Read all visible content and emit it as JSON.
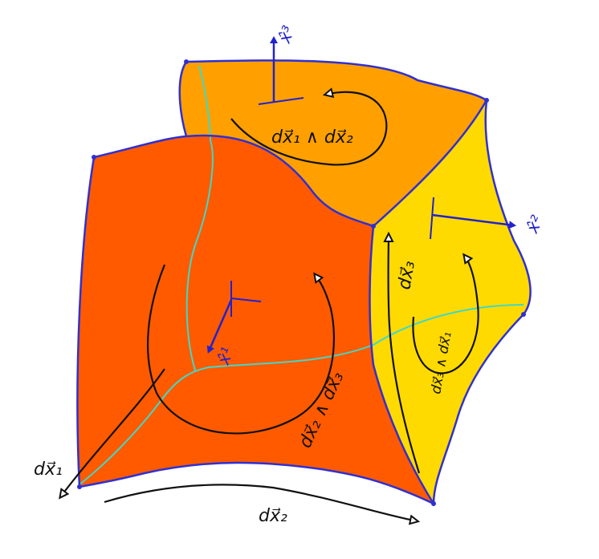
{
  "colors": {
    "top_face": "#FFA000",
    "front_face": "#FF5A00",
    "right_face": "#FFDA00",
    "edge": "#3030d0",
    "curve": "#40d8c8",
    "ink": "#111111",
    "basis": "#2222cc"
  },
  "basis": {
    "x1": "x̂¹",
    "x2": "x̂²",
    "x3": "x̂³"
  },
  "forms": {
    "top": "dx⃗₁ ∧ dx⃗₂",
    "front": "dx⃗₂ ∧ dx⃗₃",
    "right": "dx⃗₃ ∧ dx⃗₁"
  },
  "edges": {
    "dx1": "dx⃗₁",
    "dx2": "dx⃗₂",
    "dx3": "dx⃗₃"
  }
}
